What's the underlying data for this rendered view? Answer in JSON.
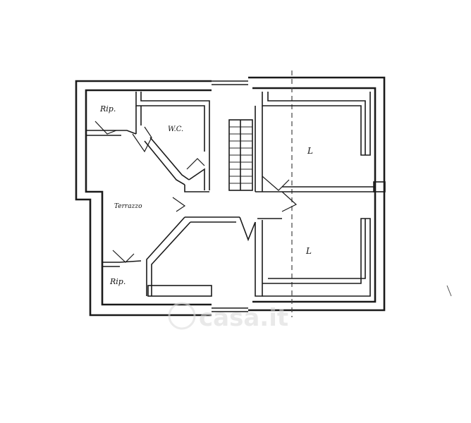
{
  "plan": {
    "rooms": {
      "rip_top": "Rip.",
      "wc": "W.C.",
      "terrace": "Terrazzo",
      "letto_top": "L",
      "letto_bottom": "L",
      "rip_bottom": "Rip."
    }
  },
  "watermark": {
    "text": "casa.it"
  }
}
